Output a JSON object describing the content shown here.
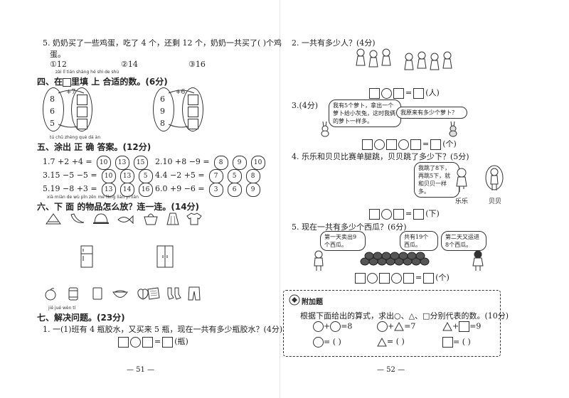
{
  "left": {
    "q5": {
      "text_line1": "5. 奶奶买了一些鸡蛋，吃了 4 个，还剩 12 个，奶奶一共买了(      )个鸡",
      "text_line2": "蛋。",
      "options": [
        "①12",
        "②14",
        "③16"
      ]
    },
    "sec4": {
      "pinyin": "zài    lǐ tián shàng hé shì de shù",
      "title_pre": "四、在",
      "title_post": "里填 上 合适的数。(6分)",
      "group1": {
        "op": "+7",
        "nums": [
          "8",
          "6",
          "5"
        ]
      },
      "group2": {
        "op": "+6",
        "nums": [
          "6",
          "9",
          "8"
        ]
      }
    },
    "sec5": {
      "pinyin": "tú chū zhèng què dá àn",
      "title": "五、涂出 正 确 答案。(12分)",
      "problems": [
        {
          "expr": "1.7 +2 +4 =",
          "opts": [
            "10",
            "13",
            "15"
          ]
        },
        {
          "expr": "2.10 +8 −9 =",
          "opts": [
            "8",
            "9",
            "10"
          ]
        },
        {
          "expr": "3.15 −5 −5 =",
          "opts": [
            "10",
            "13",
            "5"
          ]
        },
        {
          "expr": "4.4 −2 +5 =",
          "opts": [
            "7",
            "5",
            "8"
          ]
        },
        {
          "expr": "5.19 −8 +3 =",
          "opts": [
            "13",
            "14",
            "16"
          ]
        },
        {
          "expr": "6.0 +9 −6 =",
          "opts": [
            "3",
            "6",
            "9"
          ]
        }
      ]
    },
    "sec6": {
      "pinyin": "xià miàn de wù pǐn zěn me fàng   lián yi lián",
      "title": "六、下 面 的物品怎么放？连一连。(14分)"
    },
    "sec7": {
      "pinyin": "jiě jué wèn tí",
      "title": "七、解决问题。(23分)",
      "q1": "1. 一(1)班有 4 瓶胶水，又买来 5 瓶，现在一共有多少瓶胶水？(4分)",
      "q1_unit": "(瓶)"
    },
    "page_number": "— 51 —"
  },
  "right": {
    "q2": {
      "text": "2. 一共有多少人？(4分)",
      "unit": "(人)"
    },
    "q3": {
      "text": "3.(4分)",
      "bubble1": "我有5个萝卜，拿出一个萝卜给小灰兔，这时我俩的萝卜一样多。",
      "bubble2": "我原来有多少个萝卜？",
      "unit": "(个)"
    },
    "q4": {
      "text": "4. 乐乐和贝贝比赛单腿跳，贝贝跳了多少下？(5分)",
      "bubble": "我跳了8下，再跳5下，就和贝贝一样多。",
      "name1": "乐乐",
      "name2": "贝贝",
      "unit": "(下)"
    },
    "q5": {
      "text": "5. 现在一共有多少个西瓜？(6分)",
      "bubble1": "第一天卖出9个西瓜。",
      "bubble2": "共有19个西瓜。",
      "bubble3": "第二天又运进8个西瓜。",
      "unit": "(个)"
    },
    "bonus": {
      "label": "附加题",
      "instruction": "根据下面给出的算式，求出○、△、□分别代表的数。(10分)",
      "eq1_result": "=8",
      "eq2_result": "=7",
      "eq3_result": "=9",
      "ans_circle": "= (      )",
      "ans_triangle": "= (      )",
      "ans_square": "= (      )"
    },
    "page_number": "— 52 —"
  },
  "icons": [
    "watermelon-slice-icon",
    "banana-icon",
    "hat-icon",
    "fish-icon",
    "basket-icon",
    "skirt-icon",
    "shirt-icon",
    "refrigerator-icon",
    "wardrobe-icon",
    "orange-icon",
    "can-icon",
    "cup-icon",
    "bowl-icon",
    "vegetable-icon",
    "book-icon",
    "socks-icon",
    "pants-icon"
  ]
}
